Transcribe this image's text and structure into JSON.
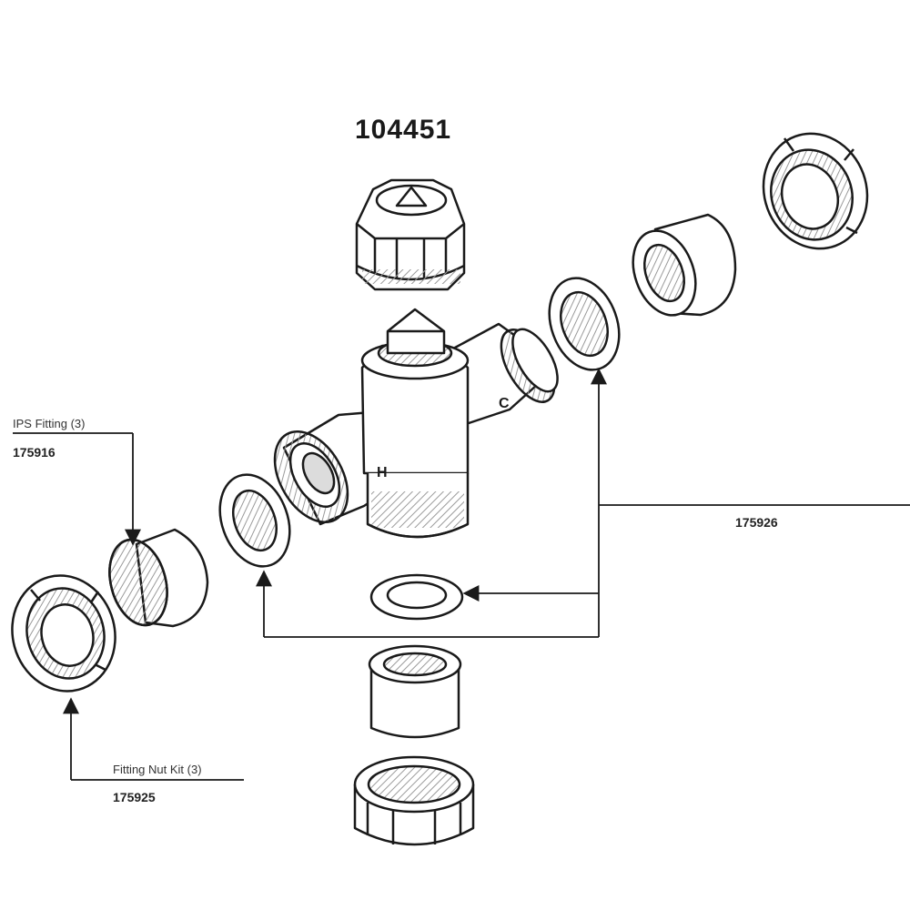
{
  "title": "104451",
  "valve_ports": {
    "cold": "C",
    "hot": "H"
  },
  "callouts": {
    "ips_fitting": {
      "name": "IPS Fitting (3)",
      "number": "175916"
    },
    "fitting_nut_kit": {
      "name": "Fitting Nut Kit (3)",
      "number": "175925"
    },
    "washer_kit": {
      "number": "175926"
    }
  },
  "colors": {
    "line": "#1a1a1a",
    "shade": "#bdbdbd",
    "body": "#ffffff"
  }
}
